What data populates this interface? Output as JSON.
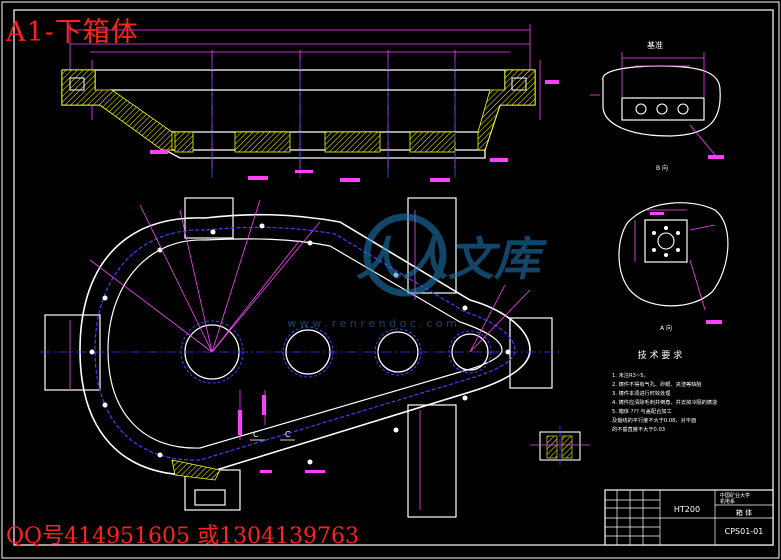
{
  "overlay": {
    "title": "A1-下箱体",
    "contact": "QQ号414951605 或1304139763"
  },
  "watermark": {
    "brand": "人人文库",
    "url": "w w w . r e n r e n d o c . c o m"
  },
  "views": {
    "top_right_label": "基准",
    "view_b": "B 向",
    "view_a": "A 向"
  },
  "tech_requirements": {
    "title": "技 术 要 求",
    "items": [
      "1. 未注R3~5。",
      "2. 铸件不得有气孔、砂眼、夹渣等缺陷",
      "3. 铸件本须进行时效处理",
      "4. 铸件应清除毛刺并倒角，并去掉冷隔的铸造",
      "5. 箱体 ??? 与盖配合加工",
      "   及轴线的平行度不大于0.08，对平面",
      "   的不垂直度不大于0.03"
    ]
  },
  "section_marks": {
    "c_left": "C",
    "c_right": "C"
  },
  "title_block": {
    "material": "HT200",
    "school": "中国矿业大学",
    "class": "机电系",
    "part_name": "箱 体",
    "code": "CPS01-01"
  },
  "colors": {
    "background": "#000000",
    "outline": "#ffffff",
    "centerline": "#4040ff",
    "dimension": "#ff40ff",
    "hatch": "#ffff00",
    "overlay_text": "#ff2020",
    "watermark": "#2080c0"
  }
}
